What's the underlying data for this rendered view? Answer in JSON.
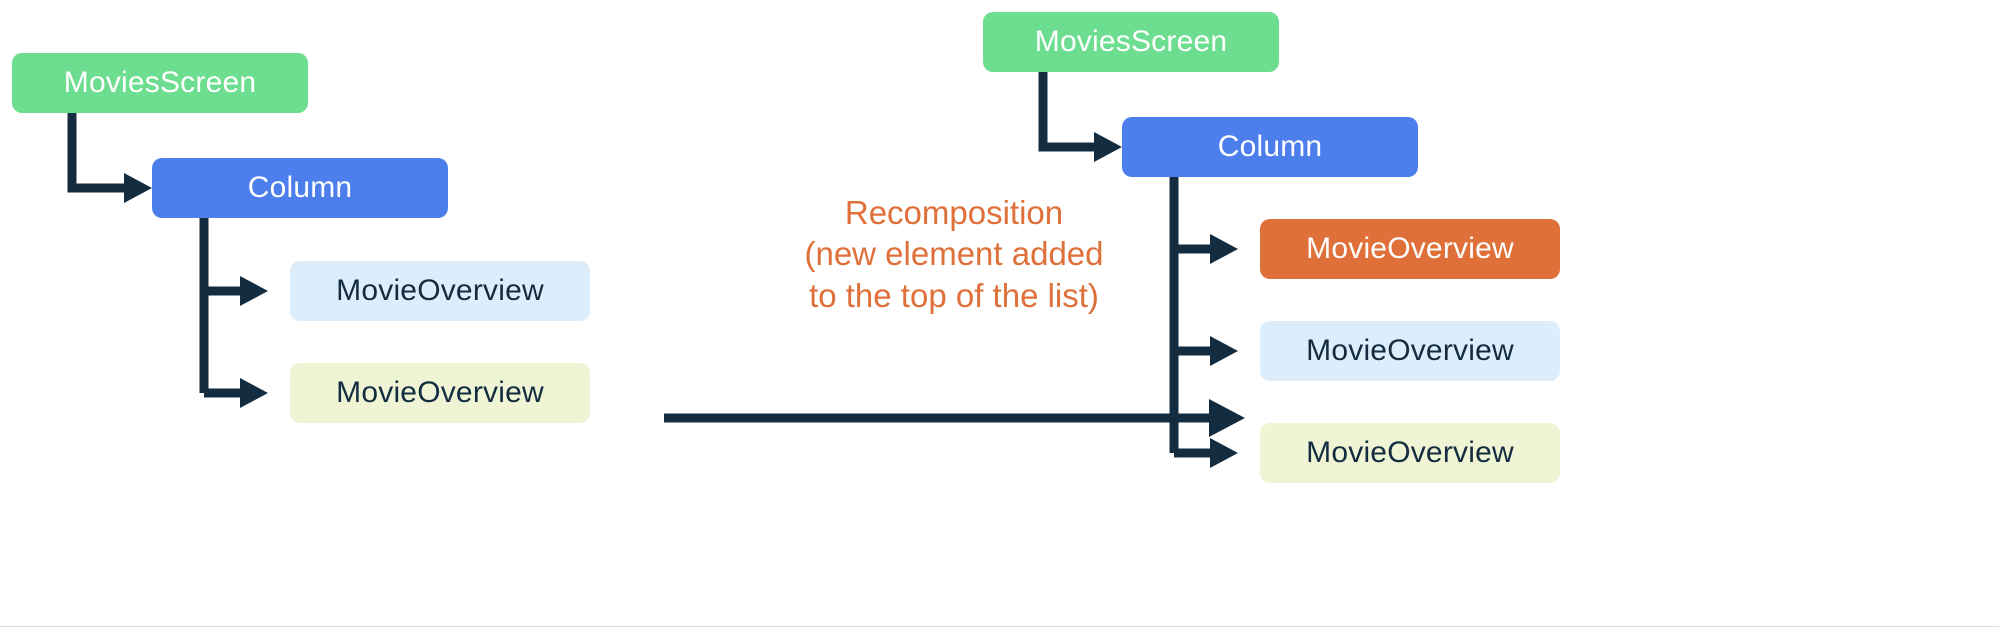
{
  "diagram": {
    "title_text_color": "#e0703a",
    "connector_color": "#142c40",
    "background": "#ffffff",
    "colors": {
      "green": "#6ddd8f",
      "blue": "#4d7fec",
      "orange": "#e0703a",
      "light_blue": "#dcedfb",
      "light_yellow": "#eef4d4",
      "dark_text": "#142c40",
      "white_text": "#ffffff",
      "rule": "#dadce0"
    },
    "left_tree": {
      "root": {
        "label": "MoviesScreen",
        "color_name": "green"
      },
      "column": {
        "label": "Column",
        "color_name": "blue"
      },
      "children": [
        {
          "label": "MovieOverview",
          "color_name": "light_blue"
        },
        {
          "label": "MovieOverview",
          "color_name": "light_yellow"
        }
      ]
    },
    "transition": {
      "line1": "Recomposition",
      "line2": "(new element added",
      "line3": "to the top of the list)",
      "arrow": "right-arrow"
    },
    "right_tree": {
      "root": {
        "label": "MoviesScreen",
        "color_name": "green"
      },
      "column": {
        "label": "Column",
        "color_name": "blue"
      },
      "children": [
        {
          "label": "MovieOverview",
          "color_name": "orange"
        },
        {
          "label": "MovieOverview",
          "color_name": "light_blue"
        },
        {
          "label": "MovieOverview",
          "color_name": "light_yellow"
        }
      ]
    }
  }
}
